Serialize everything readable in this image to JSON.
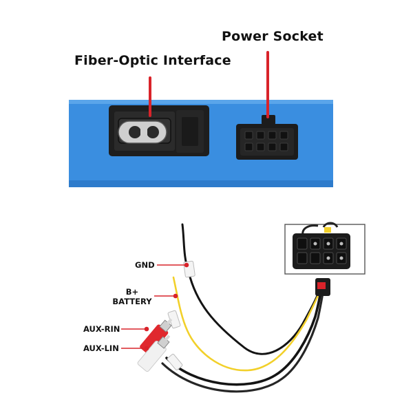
{
  "labels": {
    "fiber_optic": "Fiber-Optic Interface",
    "power_socket": "Power Socket",
    "gnd": "GND",
    "b_plus": "B+",
    "battery": "BATTERY",
    "aux_rin": "AUX-RIN",
    "aux_lin": "AUX-LIN"
  },
  "colors": {
    "box_blue": "#3a8ee0",
    "accent_red": "#d9232a",
    "connector_black": "#1c1c1c",
    "wire_yellow": "#f2d02a",
    "rca_red": "#e0282e",
    "rca_white": "#f1f1f1"
  },
  "icons": [
    "pointer-line-red",
    "fiber-optic-port",
    "power-socket-8pin",
    "harness-connector-8pin",
    "rca-plug"
  ]
}
